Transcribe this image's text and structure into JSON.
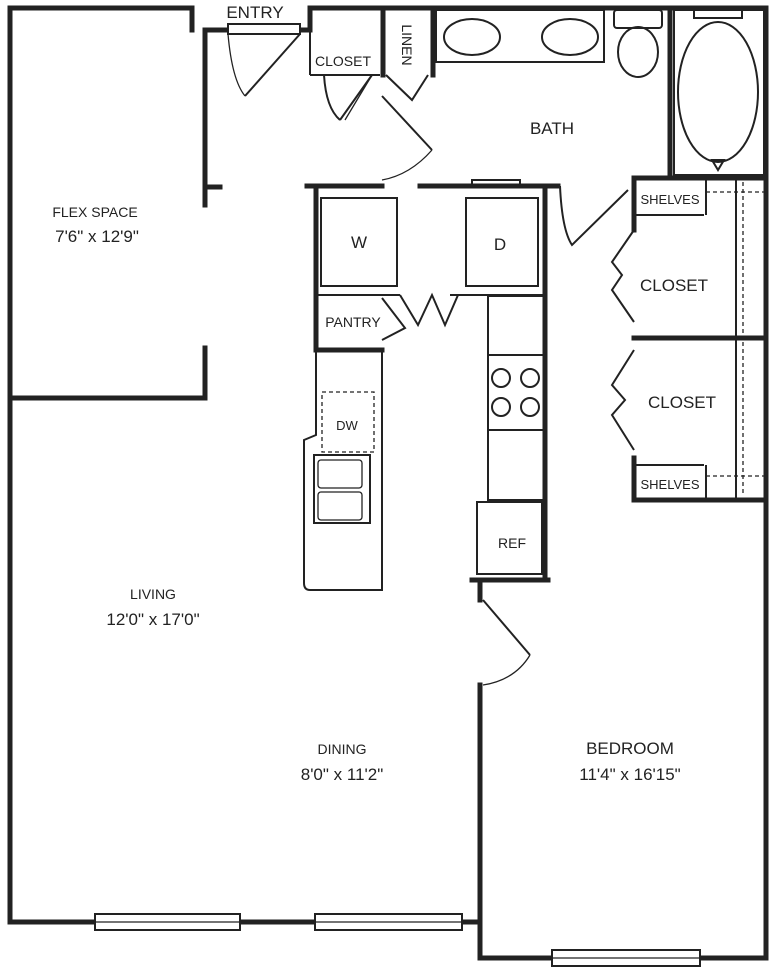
{
  "rooms": {
    "entry": "ENTRY",
    "flex_space": {
      "name": "FLEX SPACE",
      "size": "7'6\" x 12'9\""
    },
    "closet_entry": "CLOSET",
    "linen": "LINEN",
    "bath": "BATH",
    "washer": "W",
    "dryer": "D",
    "pantry": "PANTRY",
    "dishwasher": "DW",
    "refrigerator": "REF",
    "shelves_top": "SHELVES",
    "closet_upper": "CLOSET",
    "closet_lower": "CLOSET",
    "shelves_bottom": "SHELVES",
    "living": {
      "name": "LIVING",
      "size": "12'0\" x 17'0\""
    },
    "dining": {
      "name": "DINING",
      "size": "8'0\" x 11'2\""
    },
    "bedroom": {
      "name": "BEDROOM",
      "size": "11'4\" x 16'15\""
    }
  }
}
